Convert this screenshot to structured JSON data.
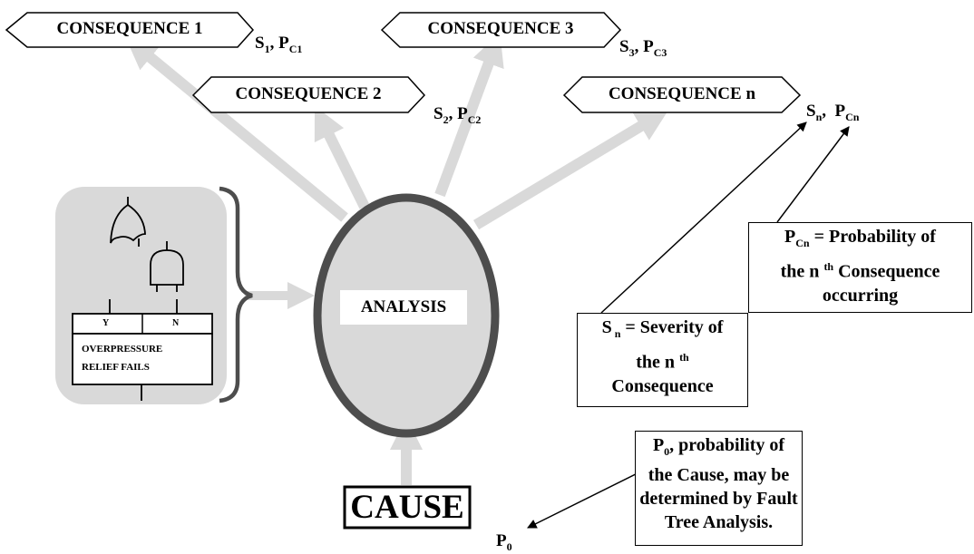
{
  "consequences": [
    {
      "label": "CONSEQUENCE 1",
      "s": "S",
      "s_sub": "1",
      "p": "P",
      "p_sub": "C1"
    },
    {
      "label": "CONSEQUENCE 2",
      "s": "S",
      "s_sub": "2",
      "p": "P",
      "p_sub": "C2"
    },
    {
      "label": "CONSEQUENCE 3",
      "s": "S",
      "s_sub": "3",
      "p": "P",
      "p_sub": "C3"
    },
    {
      "label": "CONSEQUENCE n",
      "s": "S",
      "s_sub": "n",
      "p": "P",
      "p_sub": "Cn"
    }
  ],
  "analysis": "ANALYSIS",
  "cause": "CAUSE",
  "p0": {
    "p": "P",
    "sub": "0"
  },
  "gate": {
    "yes": "Y",
    "no": "N",
    "line1": "OVERPRESSURE",
    "line2": "RELIEF FAILS"
  },
  "notes": {
    "probability": {
      "line1_p": "P",
      "line1_sub": "Cn",
      "line1_rest": " = Probability of",
      "line2_a": "the n ",
      "line2_sup": "th",
      "line2_b": " Consequence",
      "line3": "occurring"
    },
    "severity": {
      "line1_s": "S",
      "line1_sub": " n",
      "line1_rest": " = Severity of",
      "line2_a": "the n ",
      "line2_sup": "th",
      "line3": "Consequence"
    },
    "cause_note": {
      "line1_p": "P",
      "line1_sub": "0",
      "line1_rest": ", probability of",
      "line2": "the Cause, may be",
      "line3": "determined by Fault",
      "line4": "Tree Analysis."
    }
  },
  "colors": {
    "arrow": "#d9d9d9",
    "ellipse_fill": "#d9d9d9",
    "ellipse_stroke": "#4d4d4d",
    "panel": "#d9d9d9",
    "bracket": "#4d4d4d"
  }
}
